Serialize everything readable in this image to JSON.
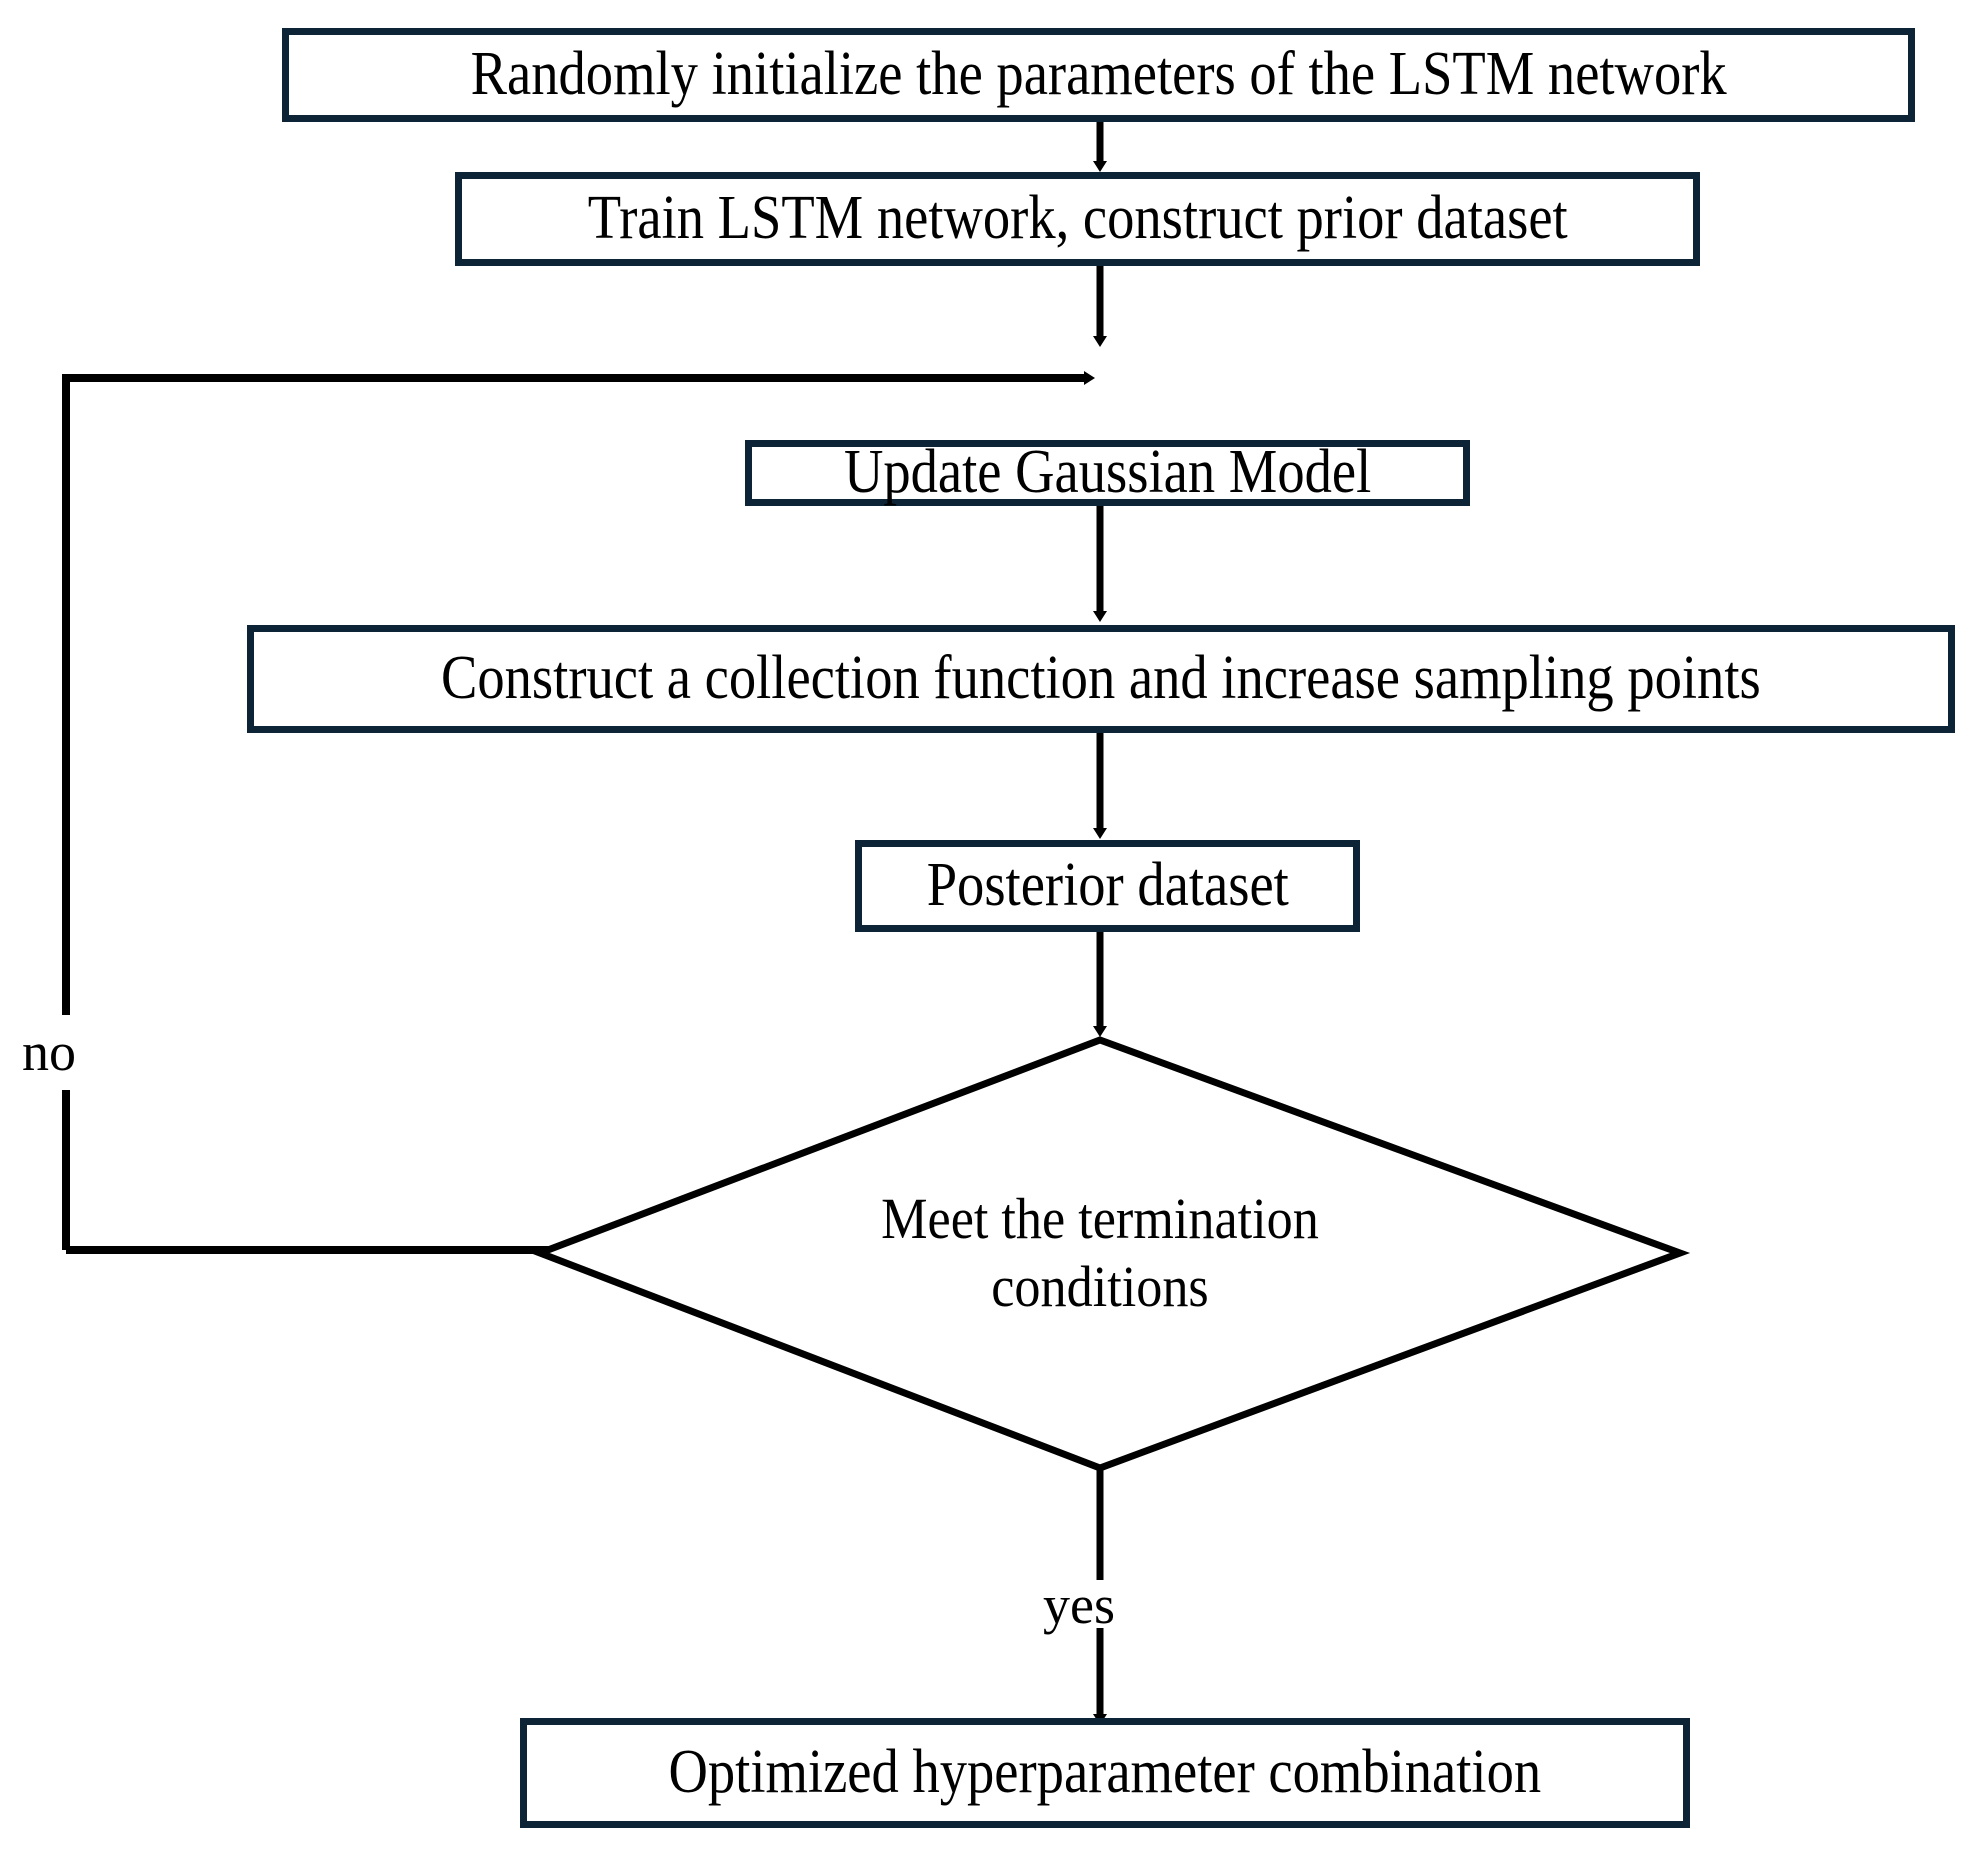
{
  "diagram": {
    "title": "Bayesian optimization of LSTM hyperparameters flowchart",
    "colors": {
      "box_border": "#0d2436",
      "diamond_border": "#000000",
      "arrow": "#000000",
      "background": "#ffffff",
      "text": "#000000"
    },
    "nodes": [
      {
        "id": "init",
        "shape": "process",
        "label": "Randomly initialize the parameters of the LSTM network"
      },
      {
        "id": "train",
        "shape": "process",
        "label": "Train LSTM network, construct prior dataset"
      },
      {
        "id": "gauss",
        "shape": "process",
        "label": "Update Gaussian Model"
      },
      {
        "id": "collect",
        "shape": "process",
        "label": "Construct a collection function and increase sampling points"
      },
      {
        "id": "posterior",
        "shape": "process",
        "label": "Posterior dataset"
      },
      {
        "id": "decision",
        "shape": "decision",
        "label_line1": "Meet the termination",
        "label_line2": "conditions"
      },
      {
        "id": "result",
        "shape": "process",
        "label": "Optimized hyperparameter combination"
      }
    ],
    "edges": [
      {
        "from": "init",
        "to": "train",
        "label": ""
      },
      {
        "from": "train",
        "to": "gauss",
        "label": ""
      },
      {
        "from": "gauss",
        "to": "collect",
        "label": ""
      },
      {
        "from": "collect",
        "to": "posterior",
        "label": ""
      },
      {
        "from": "posterior",
        "to": "decision",
        "label": ""
      },
      {
        "from": "decision",
        "to": "gauss",
        "label": "no"
      },
      {
        "from": "decision",
        "to": "result",
        "label": "yes"
      }
    ],
    "labels": {
      "no": "no",
      "yes": "yes"
    }
  }
}
